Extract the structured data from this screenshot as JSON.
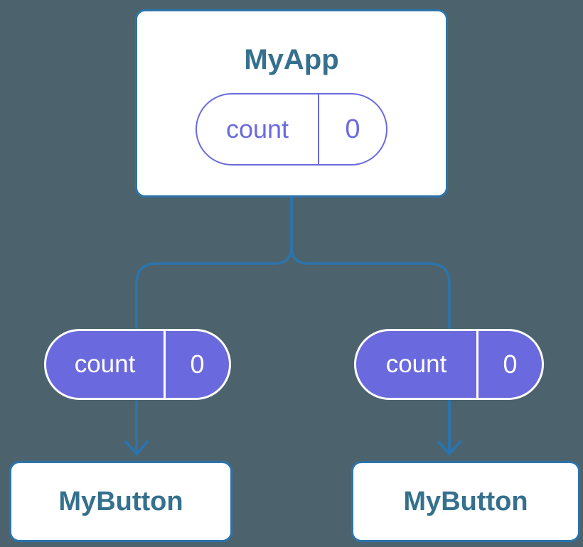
{
  "diagram": {
    "parent": {
      "title": "MyApp",
      "state": {
        "name": "count",
        "value": "0"
      }
    },
    "children": [
      {
        "title": "MyButton",
        "prop": {
          "name": "count",
          "value": "0"
        }
      },
      {
        "title": "MyButton",
        "prop": {
          "name": "count",
          "value": "0"
        }
      }
    ]
  },
  "colors": {
    "background": "#4c636d",
    "card_background": "#ffffff",
    "line_blue": "#2c74ab",
    "text_blue": "#35708e",
    "purple": "#6a6ade",
    "pill_text_on_purple": "#ffffff"
  }
}
